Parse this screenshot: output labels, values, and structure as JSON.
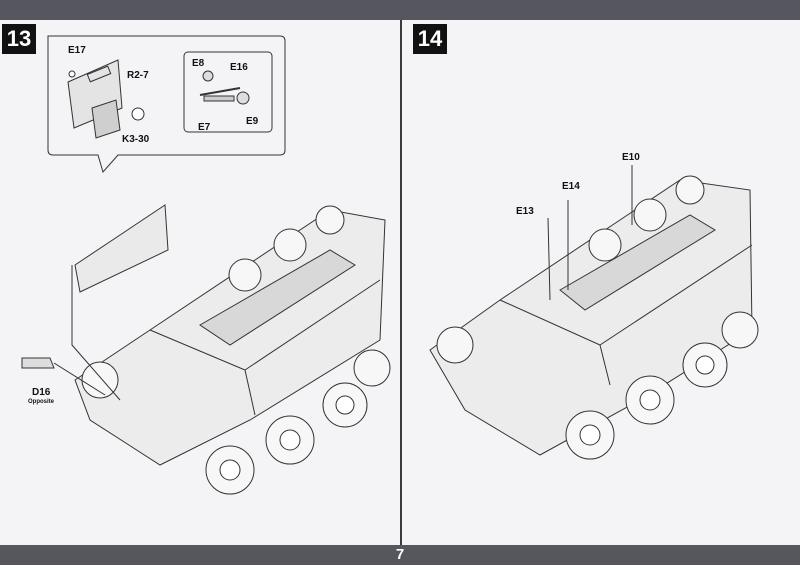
{
  "page": {
    "number": "7"
  },
  "steps": [
    {
      "number": "13",
      "callout_parts": [
        "E17",
        "R2-7",
        "K3-30"
      ],
      "hinge_parts": [
        "E8",
        "E16",
        "E7",
        "E9"
      ],
      "side_part": {
        "label": "D16",
        "note": "Opposite"
      }
    },
    {
      "number": "14",
      "parts": [
        "E10",
        "E14",
        "E13"
      ]
    }
  ]
}
